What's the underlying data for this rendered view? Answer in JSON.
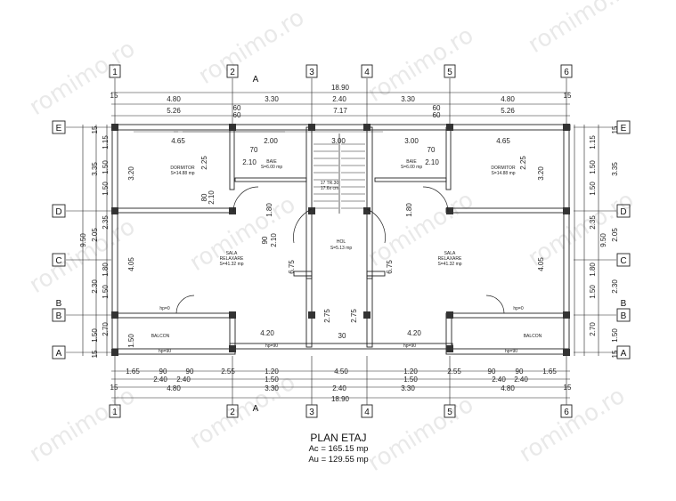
{
  "watermark": "romimo.ro",
  "axes": {
    "columns": [
      "1",
      "2",
      "3",
      "4",
      "5",
      "6"
    ],
    "rows": [
      "E",
      "D",
      "C",
      "B",
      "A"
    ],
    "section_marks": [
      "A",
      "B"
    ]
  },
  "top_dimensions": {
    "overall": "18.90",
    "bays": [
      "4.80",
      "3.30",
      "2.40",
      "3.30",
      "4.80"
    ],
    "edge": "15",
    "row3": [
      "5.26",
      "60",
      "60",
      "7.17",
      "60",
      "60",
      "5.26"
    ]
  },
  "bottom_dimensions": {
    "row1": [
      "1.65",
      "90",
      "90",
      "2.55",
      "1.20",
      "4.50",
      "1.20",
      "2.55",
      "90",
      "90",
      "1.65"
    ],
    "row2": [
      "2.40",
      "2.40",
      "1.50",
      "1.50",
      "2.40",
      "2.40"
    ],
    "bays": [
      "4.80",
      "3.30",
      "2.40",
      "3.30",
      "4.80"
    ],
    "edge": "15",
    "overall": "18.90"
  },
  "side_dimensions": {
    "overall": "9.50",
    "col2": [
      "3.35",
      "2.05",
      "2.30",
      "1.50"
    ],
    "col3": [
      "1.15",
      "1.50",
      "1.50",
      "2.35",
      "1.80",
      "1.50",
      "2.70"
    ],
    "edge": "15"
  },
  "interior_dimensions": [
    "4.65",
    "3.20",
    "2.25",
    "80",
    "2.10",
    "1.80",
    "90",
    "2.10",
    "6.75",
    "2.75",
    "4.20",
    "30",
    "1.50",
    "4.05",
    "70",
    "2.10",
    "2.00",
    "3.00",
    "2.10",
    "1.50"
  ],
  "rooms": {
    "dormitor": {
      "name": "DORMITOR",
      "area": "S=14.88 mp"
    },
    "baie": {
      "name": "BAIE",
      "area": "S=6.00 mp"
    },
    "hol": {
      "name": "HOL",
      "area": "S=5.13 mp"
    },
    "sala": {
      "name1": "SALA",
      "name2": "RELAXARE",
      "area": "S=41.32 mp"
    },
    "balcon": {
      "name": "BALCON"
    },
    "stairs": {
      "line1": "17 TR.30",
      "line2": "17.6x cm"
    },
    "window_notes": [
      "hp=0",
      "hp=90",
      "hp=90"
    ]
  },
  "title": {
    "name": "PLAN ETAJ",
    "ac": "Ac = 165.15 mp",
    "au": "Au = 129.55 mp"
  }
}
